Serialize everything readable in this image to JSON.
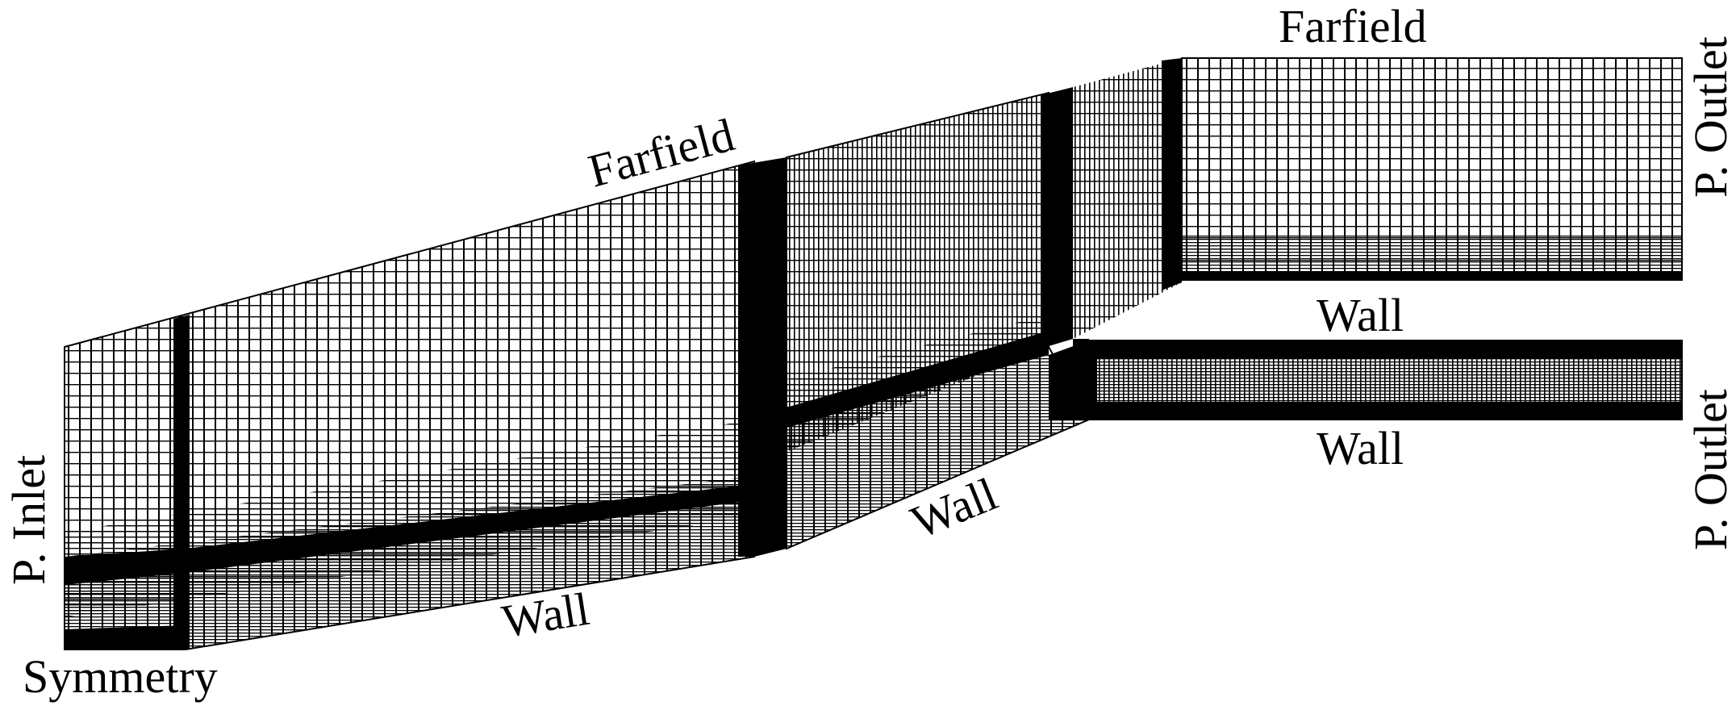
{
  "labels": {
    "farfield_top": "Farfield",
    "farfield_mid": "Farfield",
    "p_outlet_upper": "P. Outlet",
    "p_outlet_lower": "P. Outlet",
    "wall_upper_channel": "Wall",
    "wall_lower_channel": "Wall",
    "wall_ramp": "Wall",
    "wall_bottom": "Wall",
    "p_inlet": "P. Inlet",
    "symmetry": "Symmetry"
  },
  "colors": {
    "mesh": "#000000",
    "background": "#ffffff"
  }
}
